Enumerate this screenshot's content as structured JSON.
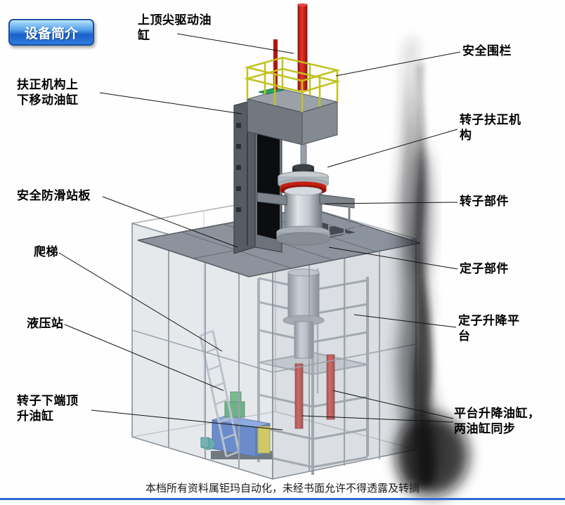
{
  "slide": {
    "badge_label": "设备简介",
    "footer_note": "本档所有资料属钜玛自动化，未经书面允许不得透露及转摘"
  },
  "labels": {
    "top_drive_cylinder": "上顶尖驱动油\n缸",
    "safety_fence": "安全围栏",
    "alignment_lift_cylinder": "扶正机构上\n下移动油缸",
    "rotor_alignment_mechanism": "转子扶正机\n构",
    "anti_slip_platform": "安全防滑站板",
    "rotor_part": "转子部件",
    "ladder": "爬梯",
    "stator_part": "定子部件",
    "hydraulic_station": "液压站",
    "stator_lift_platform": "定子升降平\n台",
    "rotor_bottom_jack_cylinder": "转子下端顶\n升油缸",
    "platform_lift_cylinders": "平台升降油缸，\n两油缸同步"
  }
}
